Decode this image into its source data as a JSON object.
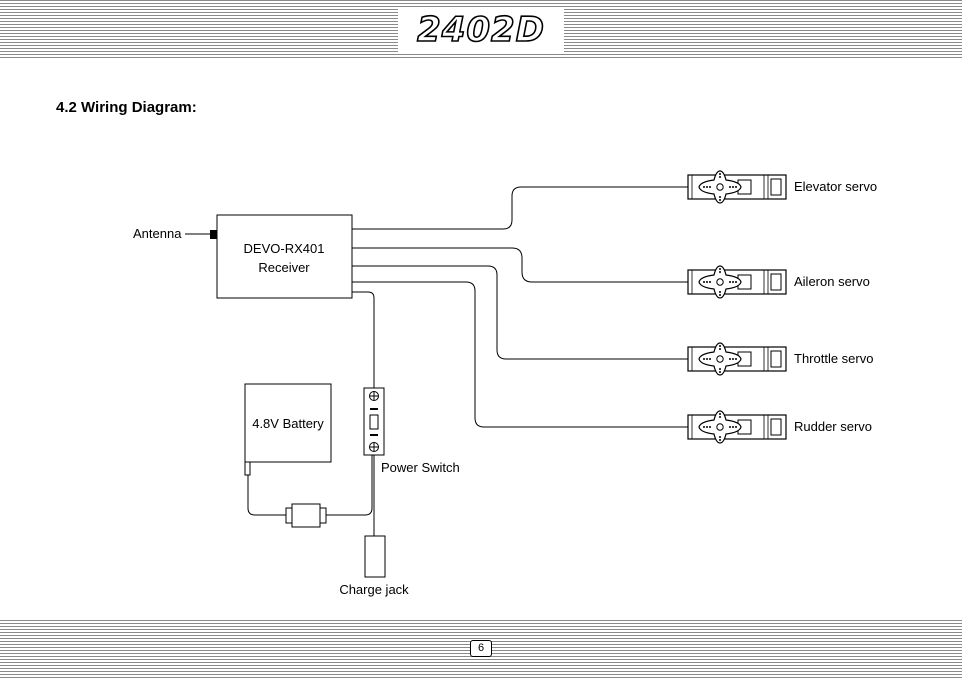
{
  "header": {
    "model": "2402D"
  },
  "section": {
    "heading": "4.2 Wiring Diagram:"
  },
  "diagram": {
    "antenna_label": "Antenna",
    "receiver": {
      "line1": "DEVO-RX401",
      "line2": "Receiver"
    },
    "battery_label": "4.8V Battery",
    "power_switch_label": "Power Switch",
    "charge_jack_label": "Charge jack",
    "servos": {
      "elevator": "Elevator servo",
      "aileron": "Aileron servo",
      "throttle": "Throttle servo",
      "rudder": "Rudder servo"
    }
  },
  "footer": {
    "page": "6"
  }
}
